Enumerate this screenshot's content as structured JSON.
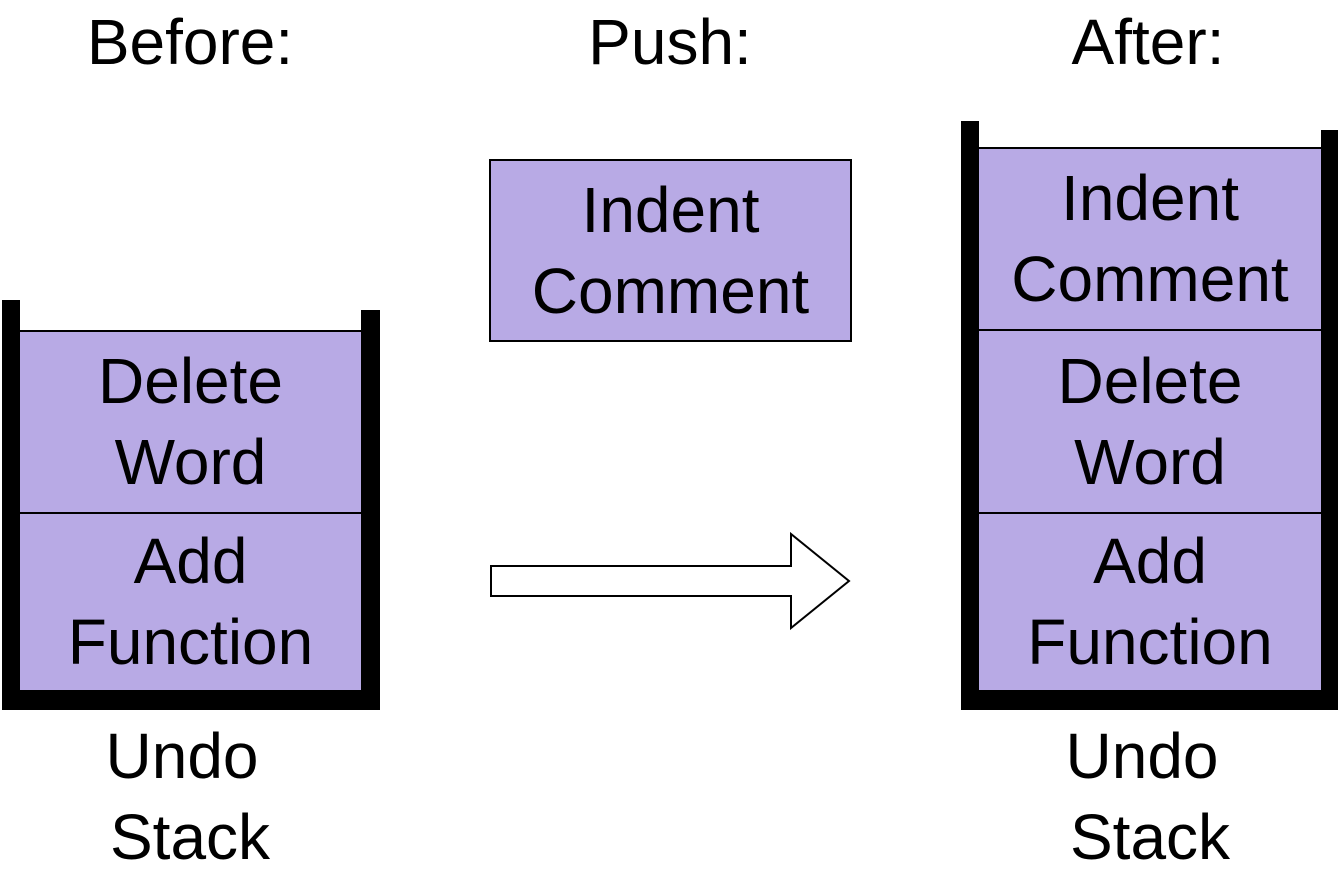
{
  "headings": {
    "before": "Before:",
    "push": "Push:",
    "after": "After:"
  },
  "before_stack": {
    "items": [
      [
        "Delete",
        "Word"
      ],
      [
        "Add",
        "Function"
      ]
    ],
    "caption": [
      "Undo",
      "Stack"
    ]
  },
  "push_item": [
    "Indent",
    "Comment"
  ],
  "after_stack": {
    "items": [
      [
        "Indent",
        "Comment"
      ],
      [
        "Delete",
        "Word"
      ],
      [
        "Add",
        "Function"
      ]
    ],
    "caption": [
      "Undo",
      "Stack"
    ]
  },
  "colors": {
    "item_fill": "#b8aae5",
    "outline": "#000000",
    "arrow_fill": "#ffffff"
  },
  "icons": {
    "arrow": "right-arrow-icon"
  }
}
